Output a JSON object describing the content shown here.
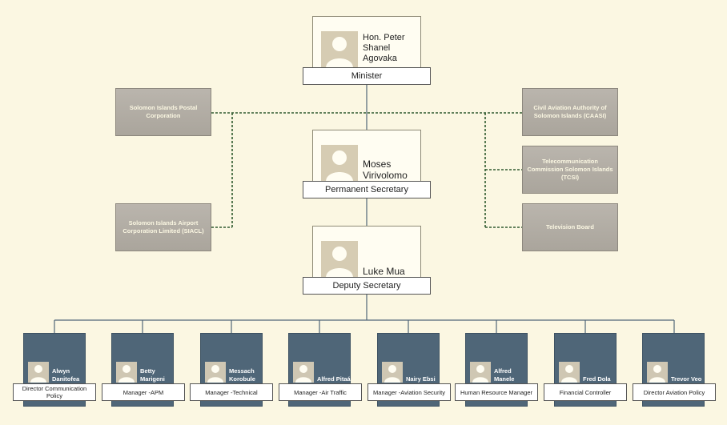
{
  "executives": [
    {
      "name": "Hon. Peter Shanel Agovaka",
      "title": "Minister"
    },
    {
      "name": "Moses Virivolomo",
      "title": "Permanent Secretary"
    },
    {
      "name": "Luke Mua",
      "title": "Deputy Secretary"
    }
  ],
  "agencies": {
    "left": [
      {
        "name": "Solomon Islands Postal Corporation"
      },
      {
        "name": "Solomon Islands Airport Corporation Limited (SIACL)"
      }
    ],
    "right": [
      {
        "name": "Civil Aviation Authority of Solomon Islands (CAASI)"
      },
      {
        "name": "Telecommunication Commission Solomon Islands (TCSI)"
      },
      {
        "name": "Television Board"
      }
    ]
  },
  "staff": [
    {
      "name": "Alwyn Danitofea",
      "title": "Director Communication Policy"
    },
    {
      "name": "Betty Marigeni",
      "title": "Manager -APM"
    },
    {
      "name": "Messach Korobule",
      "title": "Manager -Technical"
    },
    {
      "name": "Alfred Pitaá",
      "title": "Manager -Air Traffic"
    },
    {
      "name": "Nairy Ebsi",
      "title": "Manager -Aviation Security"
    },
    {
      "name": "Alfred Manele",
      "title": "Human Resource Manager"
    },
    {
      "name": "Fred Dola",
      "title": "Financial Controller"
    },
    {
      "name": "Trevor Veo",
      "title": "Director Aviation Policy"
    }
  ],
  "icons": {
    "photo": "person-placeholder-icon"
  },
  "colors": {
    "background": "#fbf7e2",
    "staff_card": "#4f6678",
    "agency_card": "#aaa59c",
    "dotted_line": "#2f5a2f"
  }
}
